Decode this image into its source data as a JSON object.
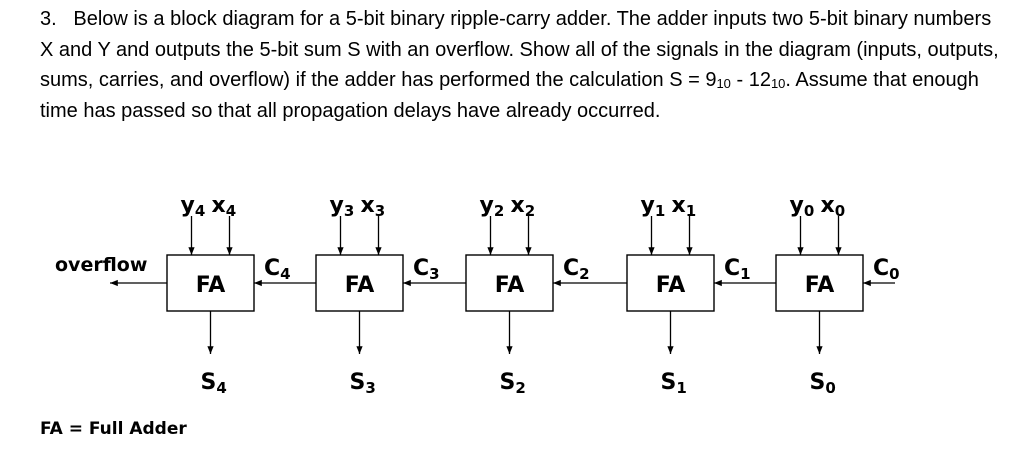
{
  "question": {
    "number": "3.",
    "part1": "Below is a block diagram for a 5-bit binary ripple-carry adder.  The adder inputs two 5-bit binary numbers X and Y and outputs the 5-bit sum S with an overflow.  Show all of the signals in the diagram (inputs, outputs, sums, carries, and overflow) if the adder has performed the calculation S = 9",
    "sub1": "10",
    "part2": " - 12",
    "sub2": "10",
    "part3": ".  Assume that enough time has passed so that all propagation delays have already occurred."
  },
  "diagram": {
    "block_label": "FA",
    "overflow_label": "overflow",
    "adders": [
      {
        "bit": "4",
        "y": "y",
        "x": "x",
        "sum": "S",
        "cin": "C",
        "cin_idx": "4"
      },
      {
        "bit": "3",
        "y": "y",
        "x": "x",
        "sum": "S",
        "cin": "C",
        "cin_idx": "3"
      },
      {
        "bit": "2",
        "y": "y",
        "x": "x",
        "sum": "S",
        "cin": "C",
        "cin_idx": "2"
      },
      {
        "bit": "1",
        "y": "y",
        "x": "x",
        "sum": "S",
        "cin": "C",
        "cin_idx": "1"
      },
      {
        "bit": "0",
        "y": "y",
        "x": "x",
        "sum": "S",
        "cin": "C",
        "cin_idx": "0"
      }
    ]
  },
  "legend": "FA = Full Adder"
}
